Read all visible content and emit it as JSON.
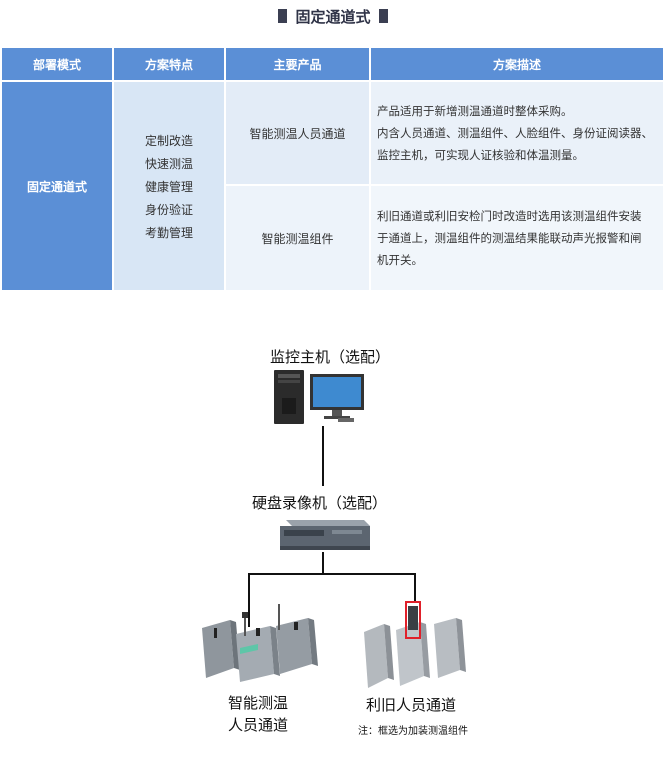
{
  "title": "固定通道式",
  "table": {
    "headers": [
      "部署模式",
      "方案特点",
      "主要产品",
      "方案描述"
    ],
    "mode": "固定通道式",
    "features": [
      "定制改造",
      "快速测温",
      "健康管理",
      "身份验证",
      "考勤管理"
    ],
    "rows": [
      {
        "product": "智能测温人员通道",
        "desc": [
          "产品适用于新增测温通道时整体采购。",
          "内含人员通道、测温组件、人脸组件、身份证阅读器、",
          "监控主机，可实现人证核验和体温测量。"
        ]
      },
      {
        "product": "智能测温组件",
        "desc": [
          "利旧通道或利旧安检门时改造时选用该测温组件安装",
          "于通道上，测温组件的测温结果能联动声光报警和闸",
          "机开关。"
        ]
      }
    ]
  },
  "diagram": {
    "monitor_host": "监控主机（选配）",
    "nvr": "硬盘录像机（选配）",
    "channel_left": [
      "智能测温",
      "人员通道"
    ],
    "channel_right": "利旧人员通道",
    "note": "注：框选为加装测温组件"
  }
}
